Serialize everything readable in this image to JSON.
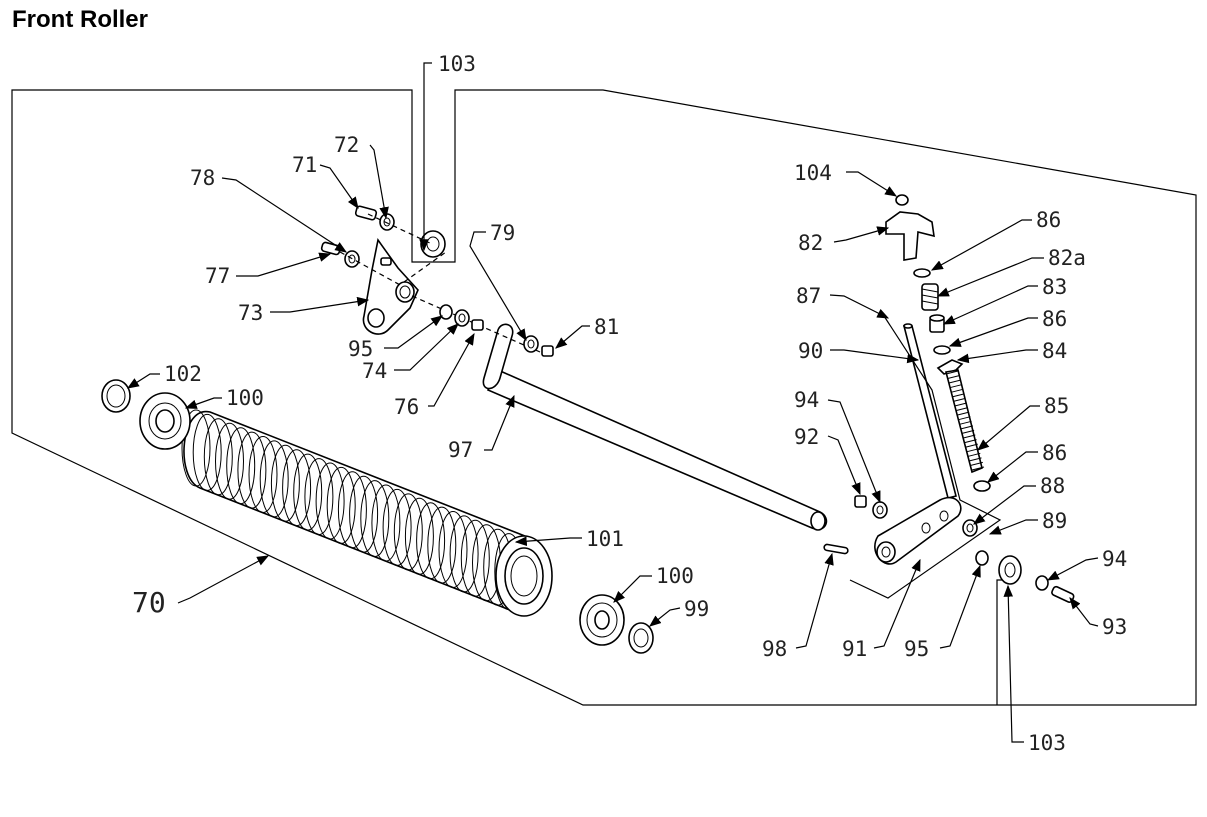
{
  "title": "Front Roller",
  "callouts": [
    {
      "id": "c103a",
      "text": "103"
    },
    {
      "id": "c72",
      "text": "72"
    },
    {
      "id": "c71",
      "text": "71"
    },
    {
      "id": "c78",
      "text": "78"
    },
    {
      "id": "c79",
      "text": "79"
    },
    {
      "id": "c77",
      "text": "77"
    },
    {
      "id": "c73",
      "text": "73"
    },
    {
      "id": "c81",
      "text": "81"
    },
    {
      "id": "c95a",
      "text": "95"
    },
    {
      "id": "c74",
      "text": "74"
    },
    {
      "id": "c102",
      "text": "102"
    },
    {
      "id": "c100a",
      "text": "100"
    },
    {
      "id": "c76",
      "text": "76"
    },
    {
      "id": "c97",
      "text": "97"
    },
    {
      "id": "c101",
      "text": "101"
    },
    {
      "id": "c100b",
      "text": "100"
    },
    {
      "id": "c99",
      "text": "99"
    },
    {
      "id": "c70",
      "text": "70"
    },
    {
      "id": "c104",
      "text": "104"
    },
    {
      "id": "c86a",
      "text": "86"
    },
    {
      "id": "c82",
      "text": "82"
    },
    {
      "id": "c82a",
      "text": "82a"
    },
    {
      "id": "c83",
      "text": "83"
    },
    {
      "id": "c87",
      "text": "87"
    },
    {
      "id": "c86b",
      "text": "86"
    },
    {
      "id": "c84",
      "text": "84"
    },
    {
      "id": "c90",
      "text": "90"
    },
    {
      "id": "c94a",
      "text": "94"
    },
    {
      "id": "c85",
      "text": "85"
    },
    {
      "id": "c92",
      "text": "92"
    },
    {
      "id": "c86c",
      "text": "86"
    },
    {
      "id": "c88",
      "text": "88"
    },
    {
      "id": "c89",
      "text": "89"
    },
    {
      "id": "c94b",
      "text": "94"
    },
    {
      "id": "c93",
      "text": "93"
    },
    {
      "id": "c98",
      "text": "98"
    },
    {
      "id": "c91",
      "text": "91"
    },
    {
      "id": "c95b",
      "text": "95"
    },
    {
      "id": "c103b",
      "text": "103"
    }
  ]
}
